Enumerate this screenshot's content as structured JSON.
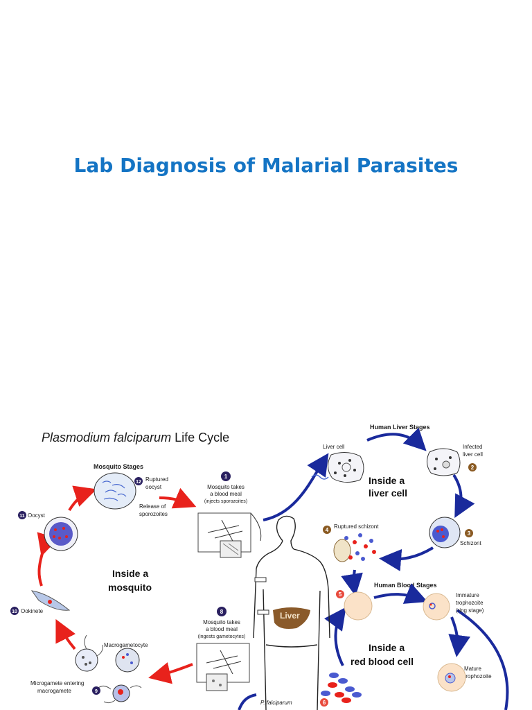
{
  "slide": {
    "title": "Lab Diagnosis of Malarial Parasites"
  },
  "diagram": {
    "title_italic": "Plasmodium falciparum",
    "title_rest": " Life Cycle",
    "sections": {
      "human_liver": "Human Liver Stages",
      "mosquito": "Mosquito Stages",
      "human_blood": "Human Blood Stages"
    },
    "zones": {
      "liver_line1": "Inside a",
      "liver_line2": "liver cell",
      "mosquito_line1": "Inside a",
      "mosquito_line2": "mosquito",
      "blood_line1": "Inside a",
      "blood_line2": "red blood cell"
    },
    "organ": "Liver",
    "steps": [
      {
        "num": "1",
        "lines": [
          "Mosquito takes",
          "a blood meal",
          "(injects sporozoites)"
        ]
      },
      {
        "num": "2",
        "lines": [
          "Infected",
          "liver cell"
        ]
      },
      {
        "num": "3",
        "lines": [
          "Schizont"
        ]
      },
      {
        "num": "4",
        "lines": [
          "Ruptured schizont"
        ]
      },
      {
        "num": "5",
        "lines": []
      },
      {
        "num": "6",
        "lines": []
      },
      {
        "num": "8",
        "lines": [
          "Mosquito takes",
          "a blood meal",
          "(ingests gametocytes)"
        ]
      },
      {
        "num": "9",
        "lines": [
          "Microgamete entering",
          "macrogamete"
        ]
      },
      {
        "num": "10",
        "lines": [
          "Ookinete"
        ]
      },
      {
        "num": "11",
        "lines": [
          "Oocyst"
        ]
      },
      {
        "num": "12",
        "lines": [
          "Ruptured",
          "oocyst"
        ]
      }
    ],
    "labels": {
      "liver_cell": "Liver cell",
      "release_sporozoites_1": "Release of",
      "release_sporozoites_2": "sporozoites",
      "immature_1": "Immature",
      "immature_2": "trophozoite",
      "immature_3": "(ring stage)",
      "mature_1": "Mature",
      "mature_2": "trophozoite",
      "macrogametocyte": "Macrogametocyte",
      "p_falciparum": "P. falciparum"
    }
  },
  "colors": {
    "title": "#1474c4",
    "blue_arrow": "#1a2a9c",
    "red_arrow": "#e8221c",
    "step_badge": "#2a2060",
    "step_badge_brown": "#8a5a22",
    "step_badge_red": "#e84a3c",
    "rbc": "#fbe2c8",
    "liver": "#8a5a2a"
  }
}
